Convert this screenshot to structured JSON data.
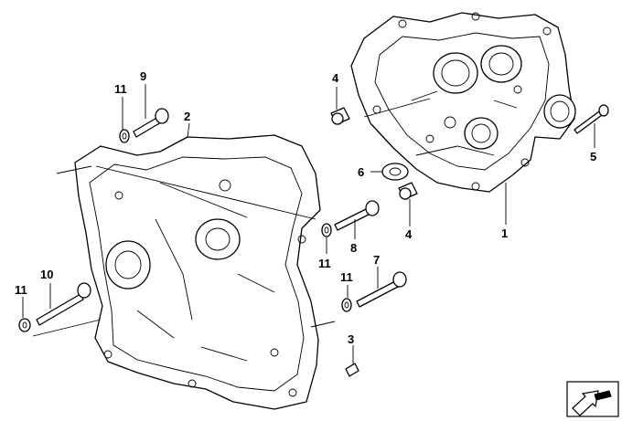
{
  "callouts": {
    "c1": "1",
    "c2": "2",
    "c3": "3",
    "c4_top": "4",
    "c4_bottom": "4",
    "c5": "5",
    "c6": "6",
    "c7": "7",
    "c8": "8",
    "c9": "9",
    "c10": "10",
    "c11_top": "11",
    "c11_mid1": "11",
    "c11_mid2": "11",
    "c11_left": "11"
  },
  "icons": {
    "corner": "arrow-symbol-icon"
  }
}
